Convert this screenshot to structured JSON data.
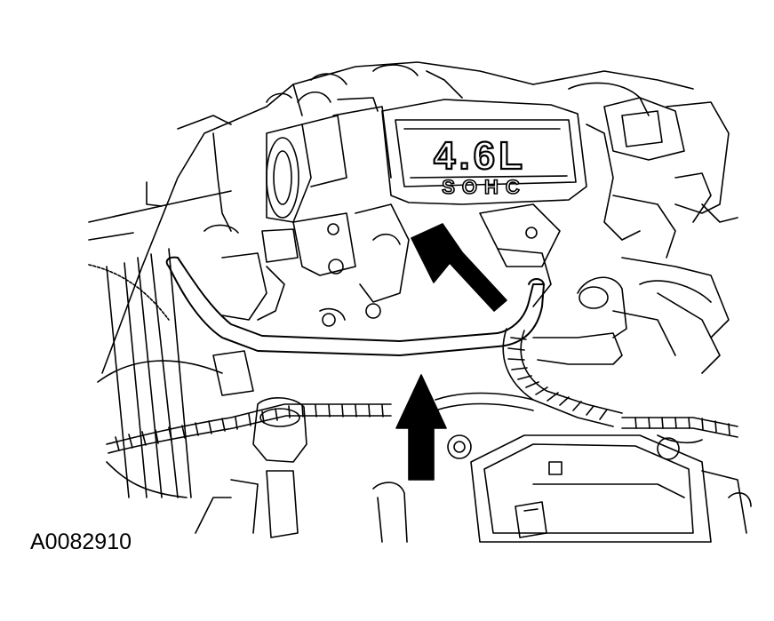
{
  "figure": {
    "id_label": "A0082910",
    "engine_badge_top": "4.6L",
    "engine_badge_bottom": "SOHC"
  },
  "colors": {
    "ink": "#000000",
    "paper": "#ffffff"
  }
}
